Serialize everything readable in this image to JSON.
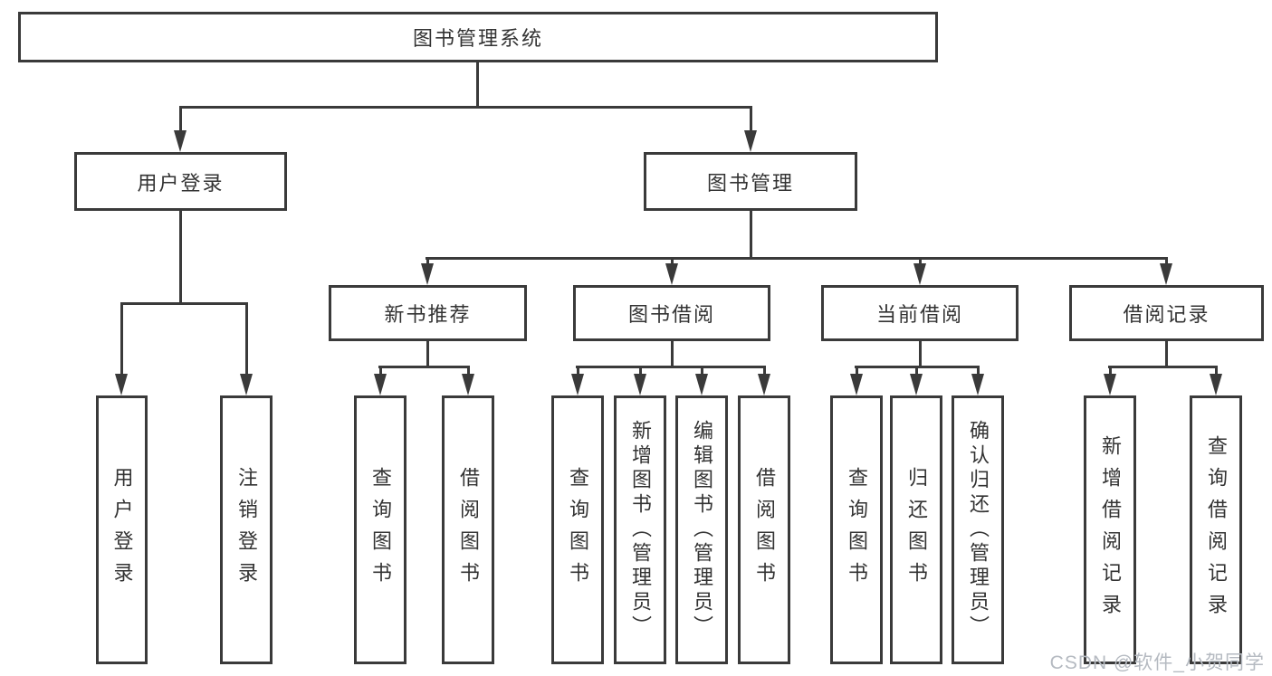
{
  "diagram": {
    "watermark": "CSDN @软件_小贺同学",
    "colors": {
      "line": "#3a3a3a",
      "text": "#333333",
      "watermark": "#b5bac1",
      "background": "#ffffff"
    },
    "tree": {
      "label": "图书管理系统",
      "children": [
        {
          "label": "用户登录",
          "children": [
            {
              "label": "用户登录"
            },
            {
              "label": "注销登录"
            }
          ]
        },
        {
          "label": "图书管理",
          "children": [
            {
              "label": "新书推荐",
              "children": [
                {
                  "label": "查询图书"
                },
                {
                  "label": "借阅图书"
                }
              ]
            },
            {
              "label": "图书借阅",
              "children": [
                {
                  "label": "查询图书"
                },
                {
                  "label": "新增图书（管理员）"
                },
                {
                  "label": "编辑图书（管理员）"
                },
                {
                  "label": "借阅图书"
                }
              ]
            },
            {
              "label": "当前借阅",
              "children": [
                {
                  "label": "查询图书"
                },
                {
                  "label": "归还图书"
                },
                {
                  "label": "确认归还（管理员）"
                }
              ]
            },
            {
              "label": "借阅记录",
              "children": [
                {
                  "label": "新增借阅记录"
                },
                {
                  "label": "查询借阅记录"
                }
              ]
            }
          ]
        }
      ]
    }
  }
}
